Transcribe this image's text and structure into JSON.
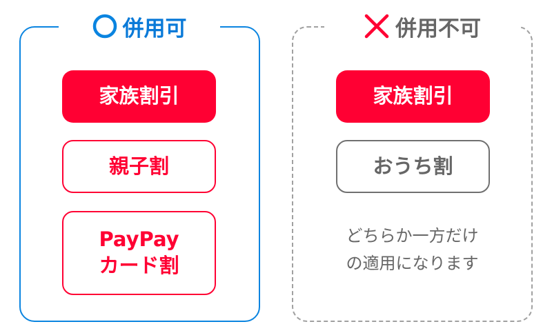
{
  "left": {
    "title": "併用可",
    "icon": "circle-icon",
    "buttons": [
      "家族割引",
      "親子割",
      "PayPay\nカード割"
    ]
  },
  "right": {
    "title": "併用不可",
    "icon": "cross-icon",
    "buttons": [
      "家族割引",
      "おうち割"
    ],
    "note_lines": [
      "どちらか一方だけ",
      "の適用になります"
    ]
  },
  "colors": {
    "blue": "#0a84e0",
    "red": "#ff0033",
    "gray": "#707070"
  }
}
